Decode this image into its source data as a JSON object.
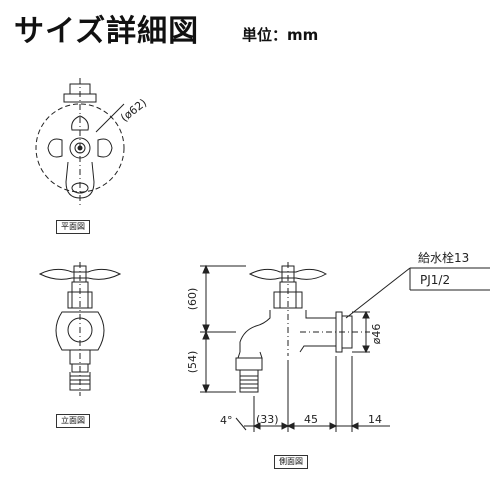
{
  "header": {
    "title": "サイズ詳細図",
    "unit": "単位：mm"
  },
  "views": {
    "plan_label": "平面図",
    "elevation_label": "立面図",
    "side_label": "側面図"
  },
  "dimensions": {
    "plan_diameter": "(ø62)",
    "height_upper": "(60)",
    "height_lower": "(54)",
    "flange_diameter": "ø46",
    "angle": "4°",
    "width_a": "(33)",
    "width_b": "45",
    "width_c": "14"
  },
  "callout": {
    "line1": "給水栓13",
    "line2": "PJ1/2"
  }
}
